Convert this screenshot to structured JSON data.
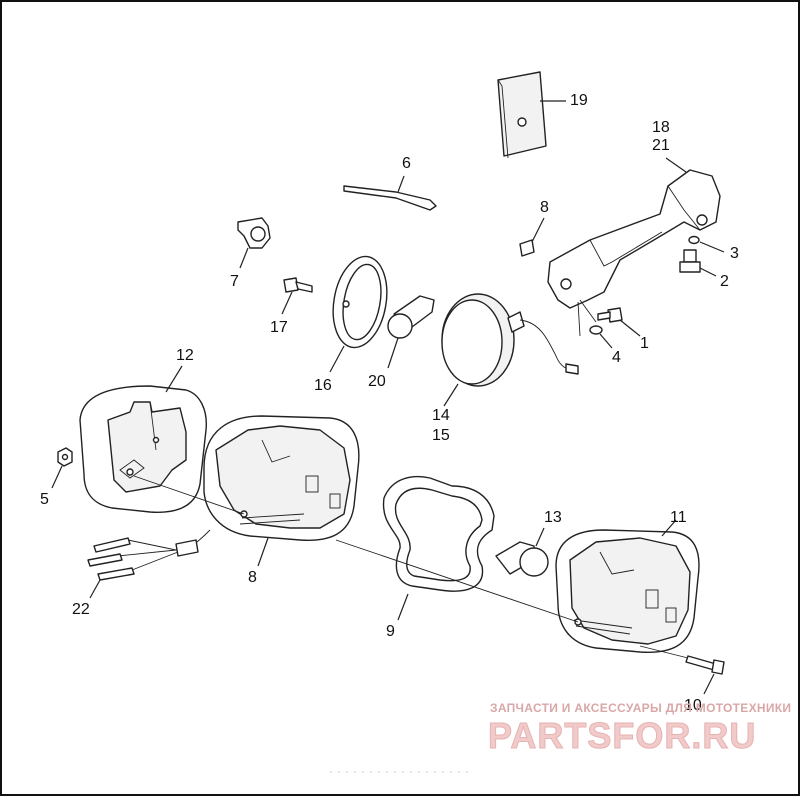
{
  "callouts": [
    {
      "id": "c19",
      "text": "19"
    },
    {
      "id": "c18",
      "text": "18"
    },
    {
      "id": "c21",
      "text": "21"
    },
    {
      "id": "c6",
      "text": "6"
    },
    {
      "id": "c8a",
      "text": "8"
    },
    {
      "id": "c3",
      "text": "3"
    },
    {
      "id": "c2",
      "text": "2"
    },
    {
      "id": "c7",
      "text": "7"
    },
    {
      "id": "c17",
      "text": "17"
    },
    {
      "id": "c1",
      "text": "1"
    },
    {
      "id": "c4",
      "text": "4"
    },
    {
      "id": "c12",
      "text": "12"
    },
    {
      "id": "c16",
      "text": "16"
    },
    {
      "id": "c20",
      "text": "20"
    },
    {
      "id": "c14",
      "text": "14"
    },
    {
      "id": "c15",
      "text": "15"
    },
    {
      "id": "c5",
      "text": "5"
    },
    {
      "id": "c13",
      "text": "13"
    },
    {
      "id": "c11",
      "text": "11"
    },
    {
      "id": "c8b",
      "text": "8"
    },
    {
      "id": "c22",
      "text": "22"
    },
    {
      "id": "c9",
      "text": "9"
    },
    {
      "id": "c10",
      "text": "10"
    }
  ],
  "watermark": {
    "tagline": "ЗАПЧАСТИ И АКСЕССУАРЫ ДЛЯ МОТОТЕХНИКИ",
    "brand": "PARTSFOR.RU",
    "color": "#e8b4b4"
  }
}
